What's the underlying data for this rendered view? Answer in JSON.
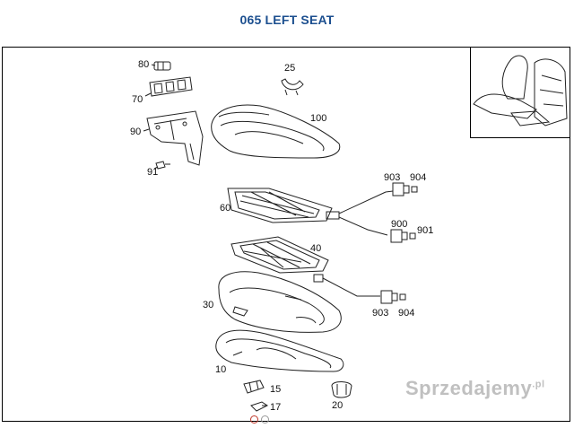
{
  "title": "065 LEFT SEAT",
  "part_labels": {
    "p80": "80",
    "p70": "70",
    "p90": "90",
    "p91": "91",
    "p25": "25",
    "p100": "100",
    "p60": "60",
    "p40": "40",
    "p30": "30",
    "p10": "10",
    "p15": "15",
    "p17": "17",
    "p20": "20",
    "p903a": "903",
    "p904a": "904",
    "p900": "900",
    "p901": "901",
    "p903b": "903",
    "p904b": "904"
  },
  "watermark": {
    "text": "Sprzedajemy",
    "suffix": ".pl"
  },
  "colors": {
    "title": "#1c4f8f",
    "dot_active": "#c0392b",
    "dot_inactive": "#999999"
  }
}
